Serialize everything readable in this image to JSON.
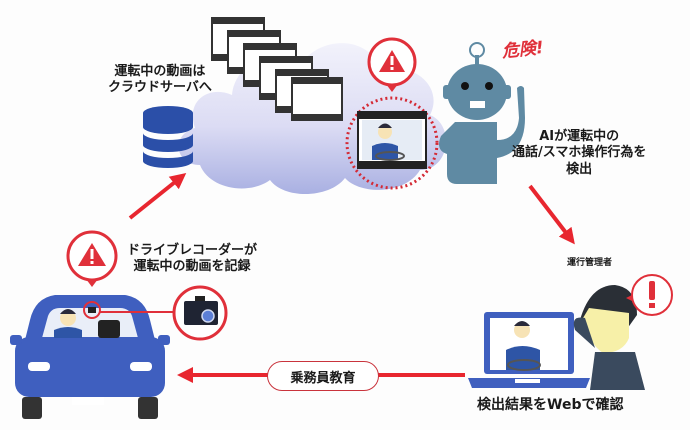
{
  "colors": {
    "arrow_red": "#e8262f",
    "alert_red": "#e0303a",
    "car_blue": "#3f5fbf",
    "db_blue": "#2b4fa8",
    "robot_gray": "#5f8aa3",
    "cloud": "#c9ccef",
    "suit": "#3a4a5e"
  },
  "cloud_step": {
    "label_line1": "運転中の動画は",
    "label_line2": "クラウドサーバへ",
    "icon": "database-icon"
  },
  "ai_step": {
    "exclamation": "危険!",
    "label_line1": "AIが運転中の",
    "label_line2": "通話/スマホ操作行為を",
    "label_line3": "検出",
    "icon": "robot-icon"
  },
  "recorder_step": {
    "label_line1": "ドライブレコーダーが",
    "label_line2": "運転中の動画を記録",
    "icon": "dashcam-icon"
  },
  "manager_step": {
    "role": "運行管理者",
    "label": "検出結果をWebで確認",
    "icon": "laptop-icon"
  },
  "feedback": {
    "label": "乗務員教育"
  }
}
